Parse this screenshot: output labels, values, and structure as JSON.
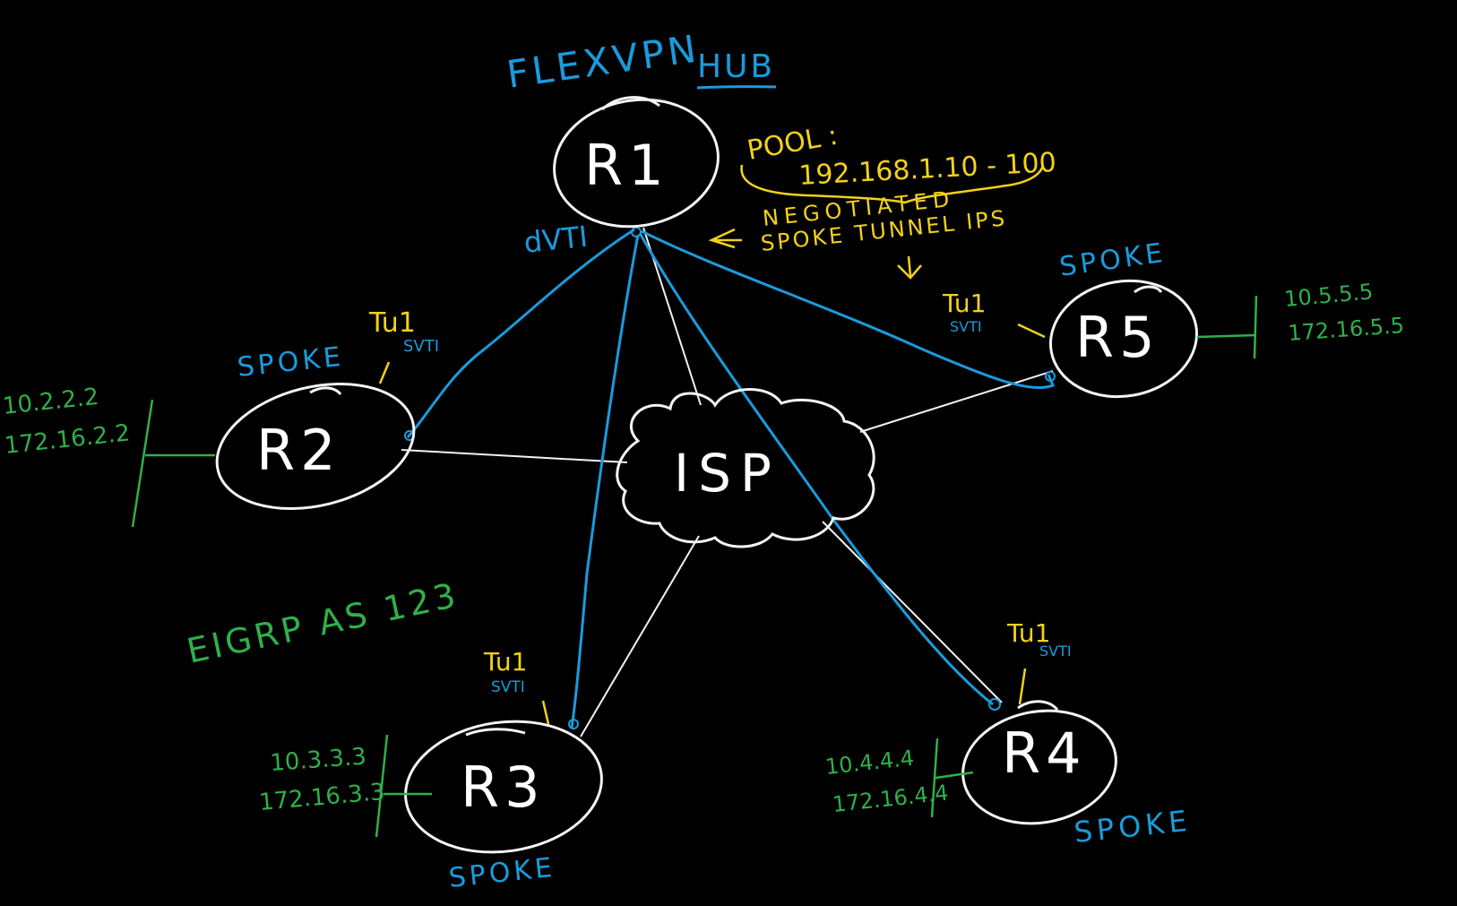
{
  "title": {
    "text": "FLEXVPN",
    "underlined": "HUB"
  },
  "pool": {
    "label": "POOL :",
    "range": "192.168.1.10 - 100",
    "note_line1": "NEGOTIATED",
    "note_line2": "SPOKE TUNNEL IPS"
  },
  "routers": {
    "r1": {
      "name": "R1",
      "interface": "dVTI"
    },
    "r2": {
      "name": "R2",
      "role": "SPOKE",
      "tunnel": "Tu1",
      "tunnel_type": "SVTI",
      "lan": [
        "10.2.2.2",
        "172.16.2.2"
      ]
    },
    "r3": {
      "name": "R3",
      "role": "SPOKE",
      "tunnel": "Tu1",
      "tunnel_type": "SVTI",
      "lan": [
        "10.3.3.3",
        "172.16.3.3"
      ]
    },
    "r4": {
      "name": "R4",
      "role": "SPOKE",
      "tunnel": "Tu1",
      "tunnel_type": "SVTI",
      "lan": [
        "10.4.4.4",
        "172.16.4.4"
      ]
    },
    "r5": {
      "name": "R5",
      "role": "SPOKE",
      "tunnel": "Tu1",
      "tunnel_type": "SVTI",
      "lan": [
        "10.5.5.5",
        "172.16.5.5"
      ]
    }
  },
  "isp": {
    "name": "ISP"
  },
  "routing": {
    "label": "EIGRP AS 123"
  },
  "colors": {
    "background": "#000000",
    "router": "#f4f4f4",
    "tunnel": "#1a9bdc",
    "annotation": "#f2d21a",
    "lan": "#2fb04a"
  }
}
